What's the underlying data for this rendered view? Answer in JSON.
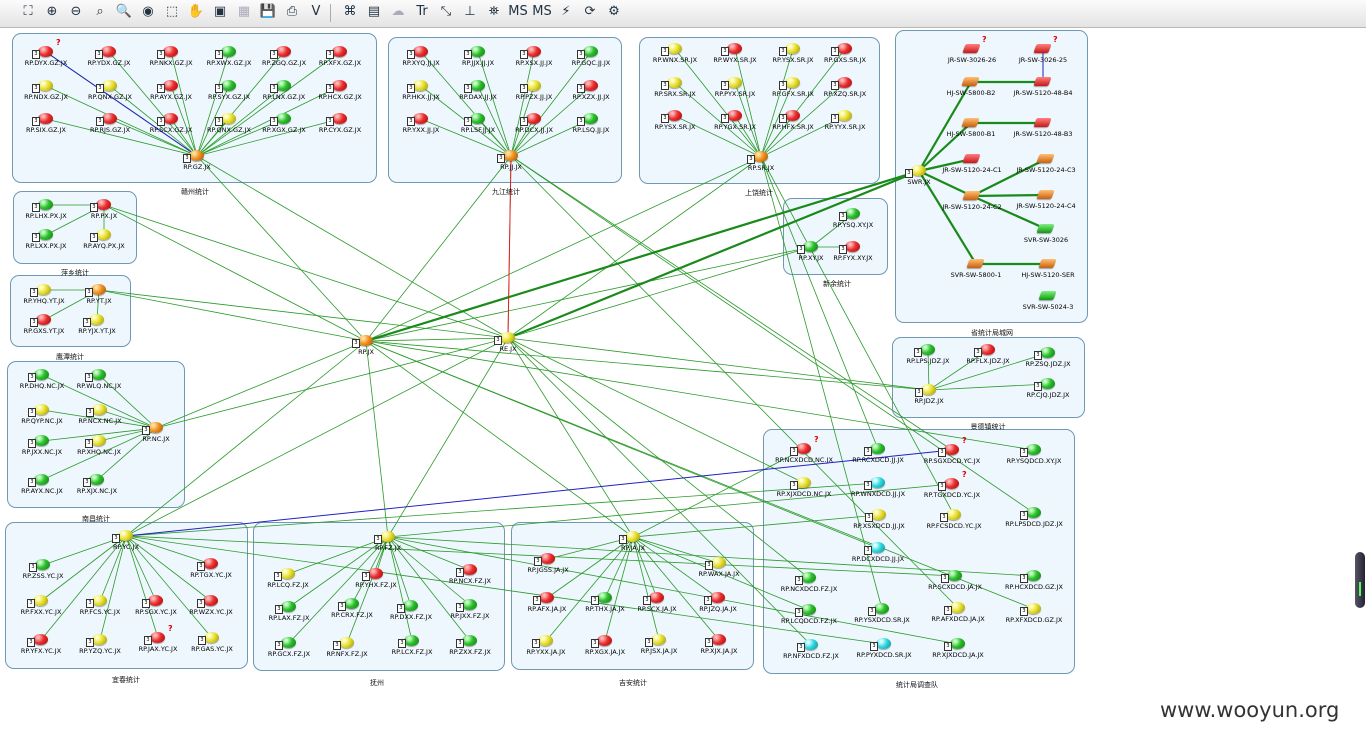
{
  "toolbar": {
    "buttons": [
      {
        "name": "zoom-fit-icon",
        "glyph": "⛶"
      },
      {
        "name": "zoom-in-icon",
        "glyph": "⊕"
      },
      {
        "name": "zoom-out-icon",
        "glyph": "⊖"
      },
      {
        "name": "zoom-region-icon",
        "glyph": "⌕"
      },
      {
        "name": "zoom-icon",
        "glyph": "🔍"
      },
      {
        "name": "eye-icon",
        "glyph": "◉"
      },
      {
        "name": "select-icon",
        "glyph": "⬚"
      },
      {
        "name": "pan-hand-icon",
        "glyph": "✋"
      },
      {
        "name": "image-export-icon",
        "glyph": "▣"
      },
      {
        "name": "disabled-icon",
        "glyph": "▦",
        "disabled": true
      },
      {
        "name": "save-icon",
        "glyph": "💾",
        "disabled": true
      },
      {
        "name": "print-icon",
        "glyph": "⎙"
      },
      {
        "name": "visio-icon",
        "glyph": "V"
      },
      {
        "name": "separator"
      },
      {
        "name": "nodes-icon",
        "glyph": "⌘"
      },
      {
        "name": "device-icon",
        "glyph": "▤"
      },
      {
        "name": "cloud-icon",
        "glyph": "☁",
        "disabled": true
      },
      {
        "name": "text-icon",
        "glyph": "Tr"
      },
      {
        "name": "layout-icon",
        "glyph": "⤡"
      },
      {
        "name": "tree-icon",
        "glyph": "⊥"
      },
      {
        "name": "binoculars-icon",
        "glyph": "⛯"
      },
      {
        "name": "ms-tp-icon",
        "glyph": "MS"
      },
      {
        "name": "ms-tp2-icon",
        "glyph": "MS"
      },
      {
        "name": "flash-icon",
        "glyph": "⚡"
      },
      {
        "name": "refresh-icon",
        "glyph": "⟳"
      },
      {
        "name": "settings-icon",
        "glyph": "⚙"
      }
    ]
  },
  "colors": {
    "link_green": "#2a9a2a",
    "link_red": "#e02020",
    "link_blue": "#2020c0",
    "group_border": "#6f99b2",
    "group_fill": "#eef7fd"
  },
  "groups": [
    {
      "id": "gz",
      "name": "赣州统计"
    },
    {
      "id": "jj",
      "name": "九江统计"
    },
    {
      "id": "sr",
      "name": "上饶统计"
    },
    {
      "id": "prov",
      "name": "省统计局城网"
    },
    {
      "id": "px",
      "name": "萍乡统计"
    },
    {
      "id": "yt",
      "name": "鹰潭统计"
    },
    {
      "id": "xy",
      "name": "新余统计"
    },
    {
      "id": "nc",
      "name": "南昌统计"
    },
    {
      "id": "jdz",
      "name": "景德镇统计"
    },
    {
      "id": "yc",
      "name": "宜春统计"
    },
    {
      "id": "fz",
      "name": "抚州"
    },
    {
      "id": "ja",
      "name": "吉安统计"
    },
    {
      "id": "dcd",
      "name": "统计局调查队"
    }
  ],
  "nodes": [
    {
      "label": "RP.DYX.GZ.JX",
      "color": "red",
      "q": true
    },
    {
      "label": "RP.YDX.GZ.JX",
      "color": "red"
    },
    {
      "label": "RP.NKX.GZ.JX",
      "color": "red"
    },
    {
      "label": "RP.XWX.GZ.JX",
      "color": "green"
    },
    {
      "label": "RP.ZGQ.GZ.JX",
      "color": "red"
    },
    {
      "label": "RP.XFX.GZ.JX",
      "color": "red"
    },
    {
      "label": "RP.NDX.GZ.JX",
      "color": "yellow"
    },
    {
      "label": "RP.QNX.GZ.JX",
      "color": "yellow"
    },
    {
      "label": "RP.AYX.GZ.JX",
      "color": "red"
    },
    {
      "label": "RP.SYX.GZ.JX",
      "color": "green"
    },
    {
      "label": "RP.LNX.GZ.JX",
      "color": "green"
    },
    {
      "label": "RP.HCX.GZ.JX",
      "color": "red"
    },
    {
      "label": "RP.SIX.GZ.JX",
      "color": "red"
    },
    {
      "label": "RP.RJS.GZ.JX",
      "color": "red"
    },
    {
      "label": "RP.SCX.GZ.JX",
      "color": "red"
    },
    {
      "label": "RP.QNX.GZ.JX",
      "color": "yellow"
    },
    {
      "label": "RP.XGX.GZ.JX",
      "color": "green"
    },
    {
      "label": "RP.CYX.GZ.JX",
      "color": "red"
    },
    {
      "label": "RP.GZ.JX",
      "color": "orange"
    },
    {
      "label": "RP.XYQ.JJ.JX",
      "color": "red"
    },
    {
      "label": "RP.JJX.JJ.JX",
      "color": "green"
    },
    {
      "label": "RP.XSX.JJ.JX",
      "color": "red"
    },
    {
      "label": "RP.GQC.JJ.JX",
      "color": "green"
    },
    {
      "label": "RP.HKX.JJ.JX",
      "color": "yellow"
    },
    {
      "label": "RP.DAX.JJ.JX",
      "color": "green"
    },
    {
      "label": "RP.PZX.JJ.JX",
      "color": "yellow"
    },
    {
      "label": "RP.XZX.JJ.JX",
      "color": "red"
    },
    {
      "label": "RP.YXX.JJ.JX",
      "color": "red"
    },
    {
      "label": "RP.LSF.JJ.JX",
      "color": "green"
    },
    {
      "label": "RP.DCX.JJ.JX",
      "color": "red"
    },
    {
      "label": "RP.LSQ.JJ.JX",
      "color": "green"
    },
    {
      "label": "RP.JJ.JX",
      "color": "orange"
    },
    {
      "label": "RP.WNX.SR.JX",
      "color": "yellow"
    },
    {
      "label": "RP.WYX.SR.JX",
      "color": "red"
    },
    {
      "label": "RP.YSX.SR.JX",
      "color": "yellow"
    },
    {
      "label": "RP.GXS.SR.JX",
      "color": "red"
    },
    {
      "label": "RP.SRX.SR.JX",
      "color": "yellow"
    },
    {
      "label": "RP.PYX.SR.JX",
      "color": "yellow"
    },
    {
      "label": "RP.GFX.SR.JX",
      "color": "yellow"
    },
    {
      "label": "RP.XZQ.SR.JX",
      "color": "red"
    },
    {
      "label": "RP.YSX.SR.JX",
      "color": "red"
    },
    {
      "label": "RP.YGX.SR.JX",
      "color": "red"
    },
    {
      "label": "RP.HFX.SR.JX",
      "color": "red"
    },
    {
      "label": "RP.YYX.SR.JX",
      "color": "yellow"
    },
    {
      "label": "RP.SR.JX",
      "color": "orange"
    },
    {
      "label": "JR-SW-3026-26",
      "color": "red",
      "q": true,
      "sw": true
    },
    {
      "label": "JR-SW-3026-25",
      "color": "red",
      "q": true,
      "sw": true
    },
    {
      "label": "HJ-SW-5800-B2",
      "color": "orange",
      "sw": true
    },
    {
      "label": "JR-SW-5120-48-B4",
      "color": "red",
      "sw": true
    },
    {
      "label": "HJ-SW-5800-B1",
      "color": "orange",
      "sw": true
    },
    {
      "label": "JR-SW-5120-48-B3",
      "color": "red",
      "sw": true
    },
    {
      "label": "SWR.JX",
      "color": "yellow"
    },
    {
      "label": "JR-SW-5120-24-C1",
      "color": "red",
      "sw": true
    },
    {
      "label": "JR-SW-5120-24-C3",
      "color": "orange",
      "sw": true
    },
    {
      "label": "JR-SW-5120-24-C2",
      "color": "orange",
      "sw": true
    },
    {
      "label": "JR-SW-5120-24-C4",
      "color": "orange",
      "sw": true
    },
    {
      "label": "SVR-SW-3026",
      "color": "green",
      "sw": true
    },
    {
      "label": "SVR-SW-5800-1",
      "color": "orange",
      "sw": true
    },
    {
      "label": "HJ-SW-5120-SER",
      "color": "orange",
      "sw": true
    },
    {
      "label": "SVR-SW-5024-3",
      "color": "green",
      "sw": true
    },
    {
      "label": "RP.LHX.PX.JX",
      "color": "green"
    },
    {
      "label": "RP.PX.JX",
      "color": "red"
    },
    {
      "label": "RP.LXX.PX.JX",
      "color": "green"
    },
    {
      "label": "RP.AYQ.PX.JX",
      "color": "yellow"
    },
    {
      "label": "RP.YHQ.YT.JX",
      "color": "yellow"
    },
    {
      "label": "RP.YT.JX",
      "color": "orange"
    },
    {
      "label": "RP.GXS.YT.JX",
      "color": "red"
    },
    {
      "label": "RP.YJX.YT.JX",
      "color": "yellow"
    },
    {
      "label": "RP.YSQ.XY.JX",
      "color": "green"
    },
    {
      "label": "RP.XY.JX",
      "color": "green"
    },
    {
      "label": "RP.FYX.XY.JX",
      "color": "red"
    },
    {
      "label": "RP.JX",
      "color": "orange"
    },
    {
      "label": "RE.JX",
      "color": "yellow"
    },
    {
      "label": "RP.DHQ.NC.JX",
      "color": "green"
    },
    {
      "label": "RP.WLQ.NC.JX",
      "color": "green"
    },
    {
      "label": "RP.QYP.NC.JX",
      "color": "yellow"
    },
    {
      "label": "RP.NCX.NC.JX",
      "color": "yellow"
    },
    {
      "label": "RP.NC.JX",
      "color": "orange"
    },
    {
      "label": "RP.JXX.NC.JX",
      "color": "green"
    },
    {
      "label": "RP.XHQ.NC.JX",
      "color": "yellow"
    },
    {
      "label": "RP.AYX.NC.JX",
      "color": "green"
    },
    {
      "label": "RP.XJX.NC.JX",
      "color": "green"
    },
    {
      "label": "RP.LPS.JDZ.JX",
      "color": "green"
    },
    {
      "label": "RP.FLX.JDZ.JX",
      "color": "red"
    },
    {
      "label": "RP.ZSQ.JDZ.JX",
      "color": "green"
    },
    {
      "label": "RP.JDZ.JX",
      "color": "yellow"
    },
    {
      "label": "RP.CJQ.JDZ.JX",
      "color": "green"
    },
    {
      "label": "RP.YC.JX",
      "color": "yellow"
    },
    {
      "label": "RP.ZSS.YC.JX",
      "color": "green"
    },
    {
      "label": "RP.TGX.YC.JX",
      "color": "red"
    },
    {
      "label": "RP.FXX.YC.JX",
      "color": "yellow"
    },
    {
      "label": "RP.FCS.YC.JX",
      "color": "yellow"
    },
    {
      "label": "RP.SGX.YC.JX",
      "color": "red"
    },
    {
      "label": "RP.WZX.YC.JX",
      "color": "red"
    },
    {
      "label": "RP.YFX.YC.JX",
      "color": "red"
    },
    {
      "label": "RP.YZQ.YC.JX",
      "color": "yellow"
    },
    {
      "label": "RP.JAX.YC.JX",
      "color": "red",
      "q": true
    },
    {
      "label": "RP.GAS.YC.JX",
      "color": "yellow"
    },
    {
      "label": "RP.FZ.JX",
      "color": "yellow"
    },
    {
      "label": "RP.LCQ.FZ.JX",
      "color": "yellow"
    },
    {
      "label": "RP.YHX.FZ.JX",
      "color": "red"
    },
    {
      "label": "RP.NCX.FZ.JX",
      "color": "red"
    },
    {
      "label": "RP.LAX.FZ.JX",
      "color": "green"
    },
    {
      "label": "RP.CRX.FZ.JX",
      "color": "green"
    },
    {
      "label": "RP.DXX.FZ.JX",
      "color": "green"
    },
    {
      "label": "RP.JXX.FZ.JX",
      "color": "green"
    },
    {
      "label": "RP.GCX.FZ.JX",
      "color": "green"
    },
    {
      "label": "RP.NFX.FZ.JX",
      "color": "yellow"
    },
    {
      "label": "RP.LCX.FZ.JX",
      "color": "green"
    },
    {
      "label": "RP.ZXX.FZ.JX",
      "color": "green"
    },
    {
      "label": "RP.JA.JX",
      "color": "yellow"
    },
    {
      "label": "RP.JGSS.JA.JX",
      "color": "red"
    },
    {
      "label": "RP.WAX.JA.JX",
      "color": "yellow"
    },
    {
      "label": "RP.AFX.JA.JX",
      "color": "red"
    },
    {
      "label": "RP.THX.JA.JX",
      "color": "green"
    },
    {
      "label": "RP.SCX.JA.JX",
      "color": "red"
    },
    {
      "label": "RP.JZQ.JA.JX",
      "color": "red"
    },
    {
      "label": "RP.YXX.JA.JX",
      "color": "yellow"
    },
    {
      "label": "RP.XGX.JA.JX",
      "color": "red"
    },
    {
      "label": "RP.JSX.JA.JX",
      "color": "yellow"
    },
    {
      "label": "RP.XJX.JA.JX",
      "color": "red"
    },
    {
      "label": "RP.NCXDCD.NC.JX",
      "color": "red",
      "q": true
    },
    {
      "label": "RP.RCXDCD.JJ.JX",
      "color": "green"
    },
    {
      "label": "RP.SGXDCD.YC.JX",
      "color": "red",
      "q": true
    },
    {
      "label": "RP.YSQDCD.XY.JX",
      "color": "green"
    },
    {
      "label": "RP.XJXDCD.NC.JX",
      "color": "yellow"
    },
    {
      "label": "RP.WNXDCD.JJ.JX",
      "color": "cyan"
    },
    {
      "label": "RP.TGXDCD.YC.JX",
      "color": "red",
      "q": true
    },
    {
      "label": "RP.XSXDCD.JJ.JX",
      "color": "yellow"
    },
    {
      "label": "RP.FCSDCD.YC.JX",
      "color": "yellow"
    },
    {
      "label": "RP.LPSDCD.JDZ.JX",
      "color": "green"
    },
    {
      "label": "RP.DCXDCD.JJ.JX",
      "color": "cyan"
    },
    {
      "label": "RP.NCXDCD.FZ.JX",
      "color": "green"
    },
    {
      "label": "RP.SCXDCD.JA.JX",
      "color": "green"
    },
    {
      "label": "RP.HCXDCD.GZ.JX",
      "color": "green"
    },
    {
      "label": "RP.LCQDCD.FZ.JX",
      "color": "green"
    },
    {
      "label": "RP.YSXDCD.SR.JX",
      "color": "green"
    },
    {
      "label": "RP.AFXDCD.JA.JX",
      "color": "yellow"
    },
    {
      "label": "RP.XFXDCD.GZ.JX",
      "color": "yellow"
    },
    {
      "label": "RP.NFXDCD.FZ.JX",
      "color": "cyan"
    },
    {
      "label": "RP.PYXDCD.SR.JX",
      "color": "cyan"
    },
    {
      "label": "RP.XJXDCD.JA.JX",
      "color": "green"
    }
  ],
  "watermark": "www.wooyun.org"
}
